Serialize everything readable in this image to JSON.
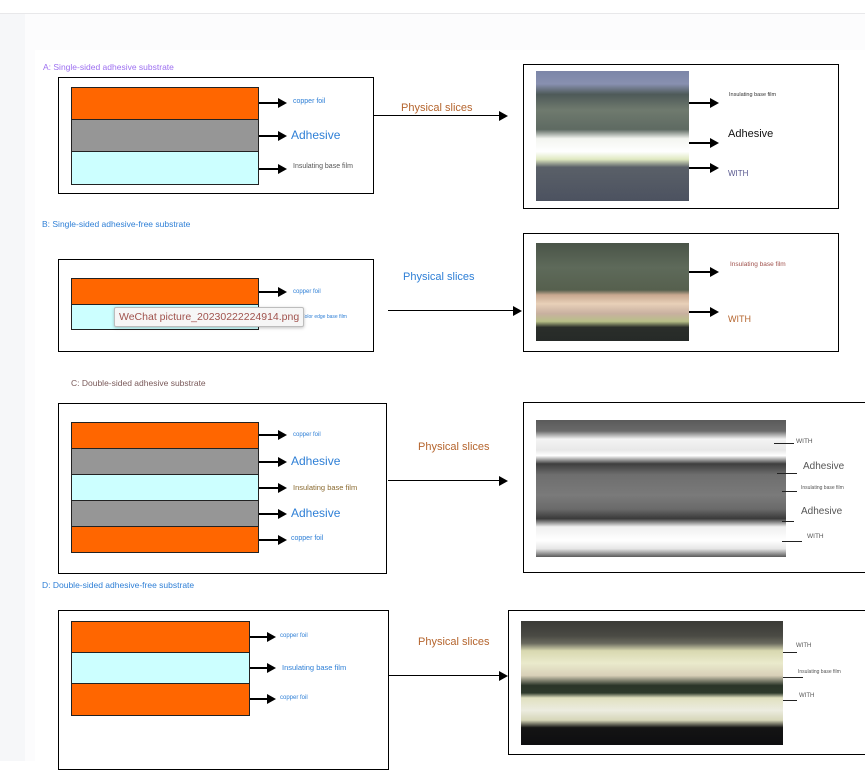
{
  "tooltip": {
    "filename": "WeChat picture_20230222224914.png"
  },
  "sections": {
    "a": {
      "title": "A: Single-sided adhesive substrate",
      "title_color": "#9d6ff0",
      "layers": [
        "copper foil",
        "Adhesive",
        "Insulating base film"
      ],
      "arrow_label": "Physical slices",
      "photo_labels": [
        "Insulating base film",
        "Adhesive",
        "WITH"
      ]
    },
    "b": {
      "title": "B: Single-sided adhesive-free substrate",
      "title_color": "#2e7fd6",
      "layers": [
        "copper foil",
        "Color edge base film"
      ],
      "arrow_label": "Physical slices",
      "photo_labels": [
        "Insulating base film",
        "WITH"
      ]
    },
    "c": {
      "title": "C: Double-sided adhesive substrate",
      "title_color": "#7a5a5a",
      "layers": [
        "copper foil",
        "Adhesive",
        "Insulating base film",
        "Adhesive",
        "copper foil"
      ],
      "arrow_label": "Physical slices",
      "photo_labels": [
        "WITH",
        "Adhesive",
        "Insulating base film",
        "Adhesive",
        "WITH"
      ]
    },
    "d": {
      "title": "D: Double-sided adhesive-free substrate",
      "title_color": "#2e7fd6",
      "layers": [
        "copper foil",
        "Insulating base film",
        "copper foil"
      ],
      "arrow_label": "Physical slices",
      "photo_labels": [
        "WITH",
        "Insulating base film",
        "WITH"
      ]
    }
  },
  "colors": {
    "copper": "#ff6600",
    "adhesive": "#969696",
    "film": "#ccffff",
    "label_blue": "#2e7fd6",
    "label_brown": "#b5652e"
  }
}
